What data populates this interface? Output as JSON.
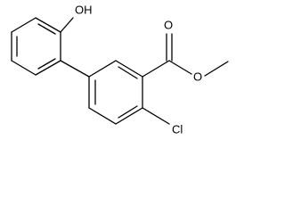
{
  "labels": {
    "hydroxyl": "OH",
    "carbonyl_oxygen": "O",
    "ester_oxygen": "O",
    "chlorine": "Cl"
  },
  "colors": {
    "ink": "#000000",
    "background": "#ffffff"
  }
}
